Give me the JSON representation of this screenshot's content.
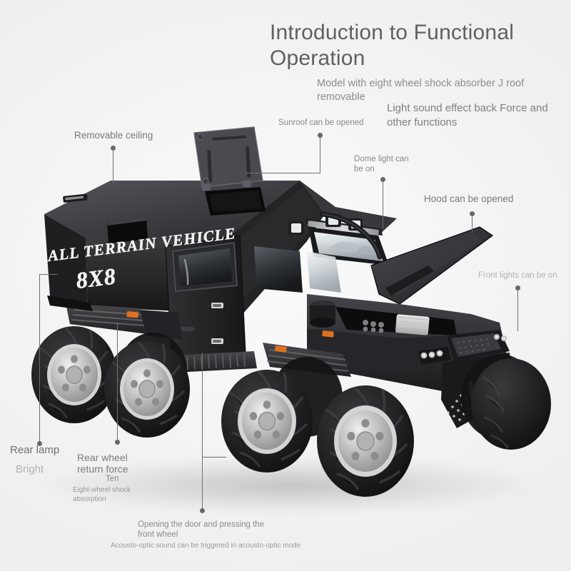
{
  "header": {
    "title": "Introduction to Functional Operation",
    "subtitle_1": "Model with eight wheel shock absorber J roof removable",
    "subtitle_2": "Light sound effect back Force and other functions"
  },
  "callouts": {
    "removable_ceiling": "Removable ceiling",
    "sunroof": "Sunroof can be opened",
    "dome_light": "Dome light can be on",
    "hood": "Hood can be opened",
    "front_lights": "Front lights can be on",
    "rear_lamp": "Rear lamp",
    "rear_lamp_sub": "Bright",
    "rear_wheel": "Rear wheel return force",
    "rear_wheel_sub": "Ten",
    "rear_wheel_note": "Eight-wheel shock absorption",
    "door_press": "Opening the door and pressing the front wheel",
    "door_press_note": "Acousto-optic sound can be triggered in acousto-optic mode"
  },
  "vehicle": {
    "decal_line1": "ALL TERRAIN VEHICLE",
    "decal_line2": "8X8",
    "body_color": "#2b2b2d",
    "body_color_dark": "#171718",
    "tire_color": "#1d1d1f",
    "rim_color": "#c9c9c9",
    "marker_light_color": "#e2701f",
    "glass_color": "#dfe3e6"
  },
  "colors": {
    "background": "#f4f4f4",
    "title_text": "#606060",
    "label_text": "#7b7b7b",
    "leader_line": "#6f6f6f"
  }
}
